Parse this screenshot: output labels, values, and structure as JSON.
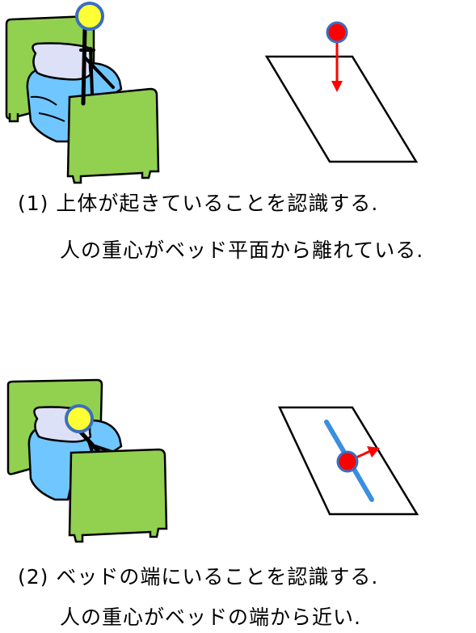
{
  "colors": {
    "bed_frame": "#92d050",
    "mattress": "#70c6ff",
    "pillow": "#dde1f7",
    "head": "#ffff33",
    "head_outline": "#3a6ebf",
    "center_of_gravity": "#ff0000",
    "arrow": "#ff0000",
    "axis_line": "#3b8fe0",
    "outline": "#000000"
  },
  "panels": [
    {
      "id": "panel-1",
      "caption": {
        "line1": "(1) 上体が起きていることを認識する.",
        "line2": "人の重心がベッド平面から離れている."
      }
    },
    {
      "id": "panel-2",
      "caption": {
        "line1": "(2) ベッドの端にいることを認識する.",
        "line2": "人の重心がベッドの端から近い."
      }
    }
  ]
}
